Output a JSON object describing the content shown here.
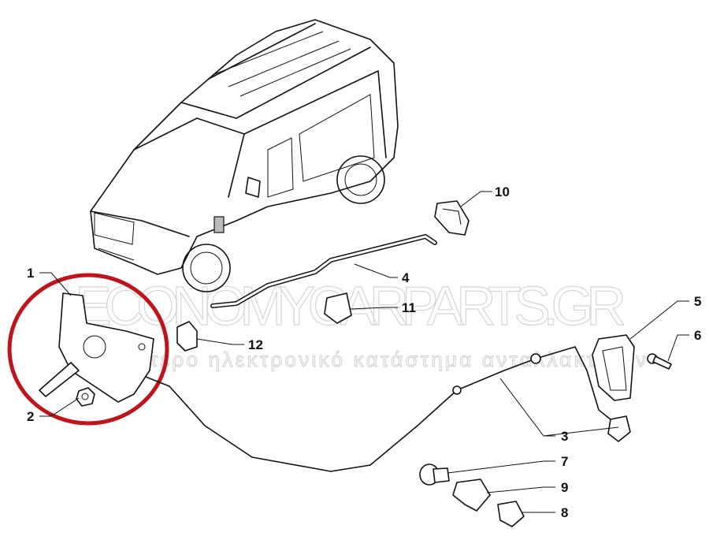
{
  "watermark": {
    "brand": "ECONOMYCARPARTS.GR",
    "tagline": "τερο ηλεκτρονικό κατάστημα ανταλλακτικών"
  },
  "callouts": [
    {
      "id": "1",
      "label": "1"
    },
    {
      "id": "2",
      "label": "2"
    },
    {
      "id": "3",
      "label": "3"
    },
    {
      "id": "4",
      "label": "4"
    },
    {
      "id": "5",
      "label": "5"
    },
    {
      "id": "6",
      "label": "6"
    },
    {
      "id": "7",
      "label": "7"
    },
    {
      "id": "8",
      "label": "8"
    },
    {
      "id": "9",
      "label": "9"
    },
    {
      "id": "10",
      "label": "10"
    },
    {
      "id": "11",
      "label": "11"
    },
    {
      "id": "12",
      "label": "12"
    }
  ],
  "colors": {
    "highlight": "#c0141c",
    "ink": "#111111",
    "watermark": "#d6d6d6"
  }
}
